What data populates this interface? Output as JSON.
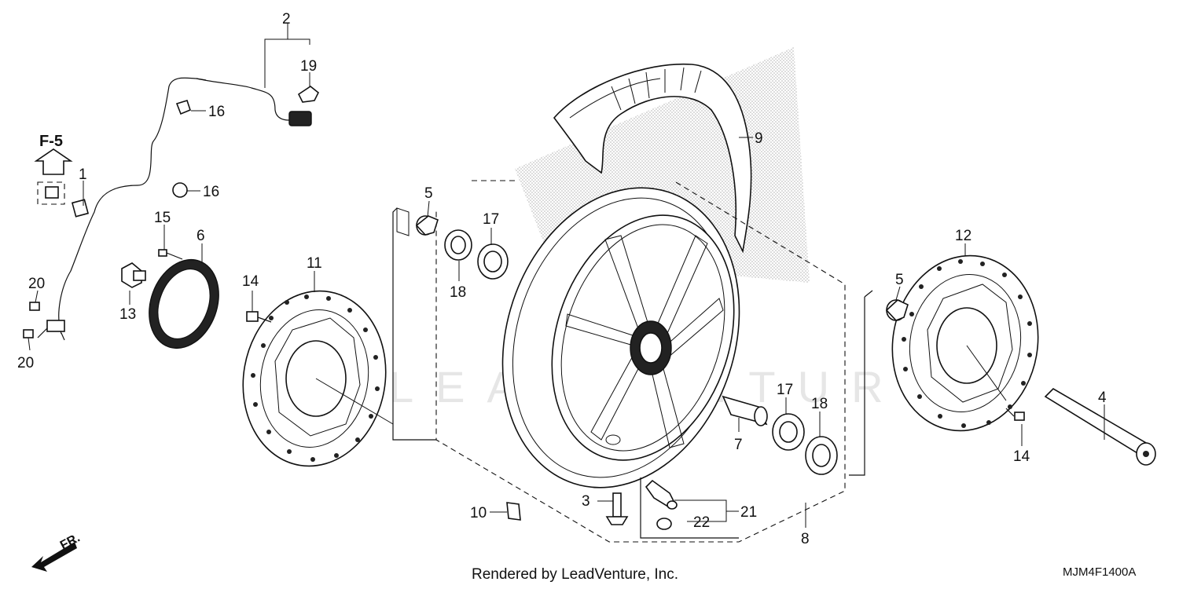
{
  "diagram": {
    "section_ref": "F-5",
    "direction_label": "FR.",
    "watermark": "LEADVENTURE",
    "footer_credit": "Rendered by LeadVenture, Inc.",
    "diagram_code": "MJM4F1400A",
    "callouts": {
      "c1": "1",
      "c2": "2",
      "c3": "3",
      "c4": "4",
      "c5a": "5",
      "c5b": "5",
      "c6": "6",
      "c7": "7",
      "c8": "8",
      "c9": "9",
      "c10": "10",
      "c11": "11",
      "c12": "12",
      "c13": "13",
      "c14a": "14",
      "c14b": "14",
      "c15": "15",
      "c16a": "16",
      "c16b": "16",
      "c17a": "17",
      "c17b": "17",
      "c18a": "18",
      "c18b": "18",
      "c19": "19",
      "c20a": "20",
      "c20b": "20",
      "c21": "21",
      "c22": "22"
    }
  }
}
